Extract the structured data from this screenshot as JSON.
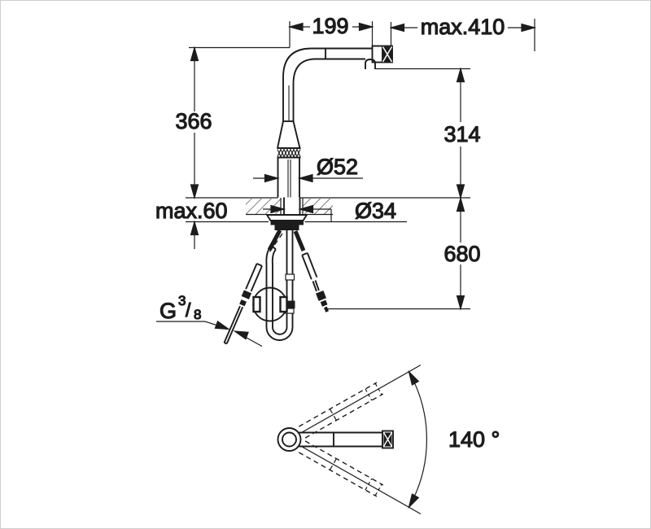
{
  "drawing": {
    "kind": "technical-dimension-drawing",
    "colors": {
      "background": "#ffffff",
      "line": "#1c1c1c"
    }
  },
  "front_view": {
    "spout_reach": "199",
    "pullout_max_extension": "max.410",
    "spout_height_above_deck": "366",
    "clearance_under_spout": "314",
    "body_diameter": "Ø52",
    "mounting_hole_diameter": "Ø34",
    "max_deck_thickness": "max.60",
    "hose_length_below_deck": "680",
    "supply_thread": {
      "base": "G",
      "numerator": "3",
      "slash": "/",
      "denominator": "8"
    }
  },
  "top_view": {
    "swivel_angle": "140 °"
  }
}
